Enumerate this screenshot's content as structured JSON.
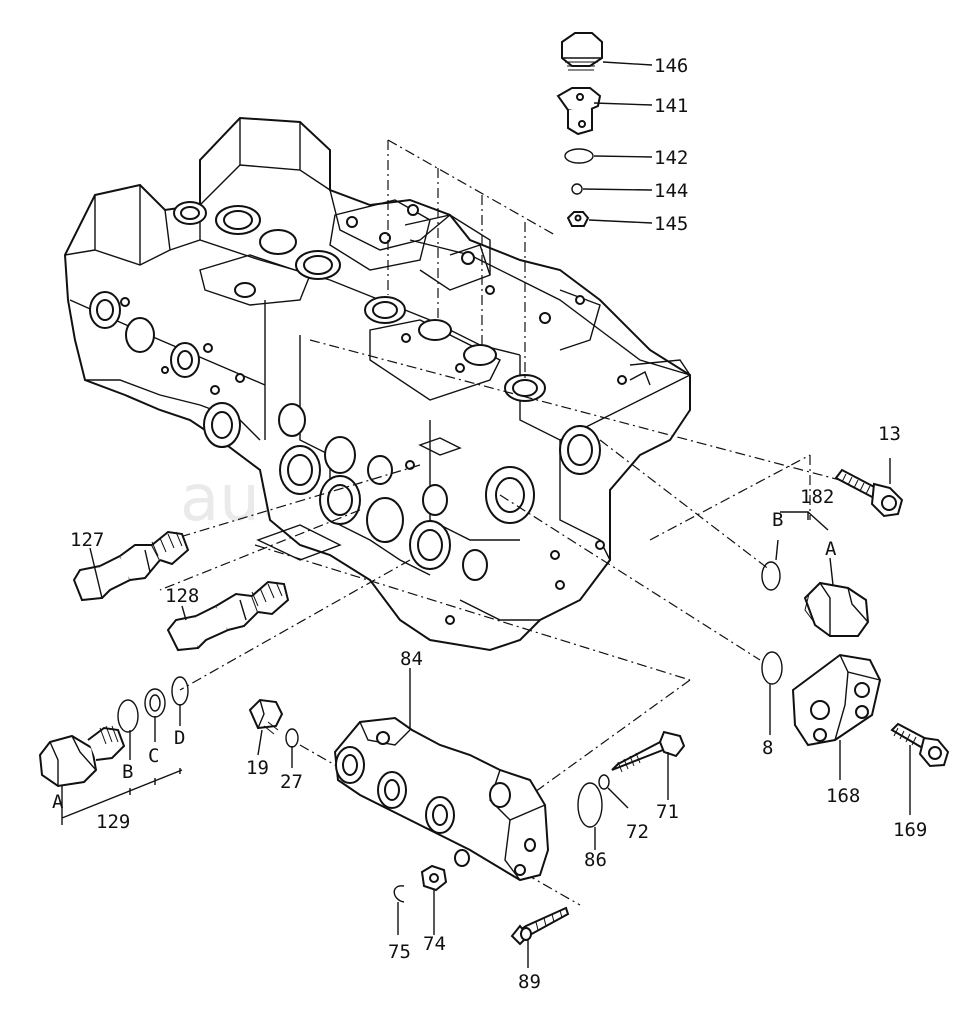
{
  "watermark": "autopiter.ru",
  "callouts": {
    "c146": "146",
    "c141": "141",
    "c142": "142",
    "c144": "144",
    "c145": "145",
    "c13": "13",
    "c182": "182",
    "cB1": "B",
    "cA1": "A",
    "c127": "127",
    "c128": "128",
    "c8": "8",
    "c84": "84",
    "c168": "168",
    "c169": "169",
    "c19": "19",
    "c27": "27",
    "cA2": "A",
    "cB2": "B",
    "cC": "C",
    "cD": "D",
    "c129": "129",
    "c71": "71",
    "c72": "72",
    "c86": "86",
    "c75": "75",
    "c74": "74",
    "c89": "89"
  }
}
